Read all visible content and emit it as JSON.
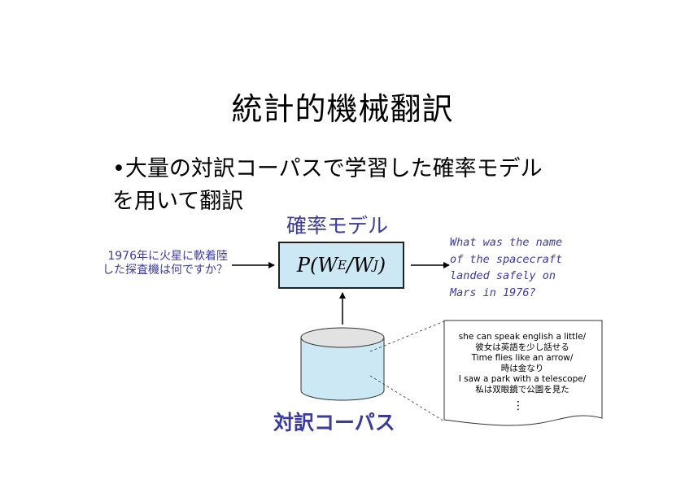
{
  "slide": {
    "title": "統計的機械翻訳",
    "bullet_line1": "•大量の対訳コーパスで学習した確率モデル",
    "bullet_line2": "を用いて翻訳"
  },
  "model": {
    "label": "確率モデル",
    "formula_prefix": "P(W",
    "sub_e": "E",
    "slash": "/W",
    "sub_j": "J",
    "close": ")"
  },
  "input": {
    "line1": "1976年に火星に軟着陸",
    "line2": "した探査機は何ですか？"
  },
  "output": {
    "text": "What was the name\nof the spacecraft\nlanded safely on\nMars in 1976?"
  },
  "corpus": {
    "label": "対訳コーパス",
    "pairs": [
      "she can speak english a little/",
      "彼女は英語を少し話せる",
      "Time flies like an arrow/",
      "時は金なり",
      "I saw a park with a telescope/",
      "私は双眼鏡で公園を見た"
    ],
    "ellipsis": "⋮"
  },
  "colors": {
    "accent_text": "#3b3b9e",
    "model_fill": "#cce8f5",
    "cylinder_fill": "#cce8f5",
    "cylinder_top": "#e2e2e2"
  }
}
